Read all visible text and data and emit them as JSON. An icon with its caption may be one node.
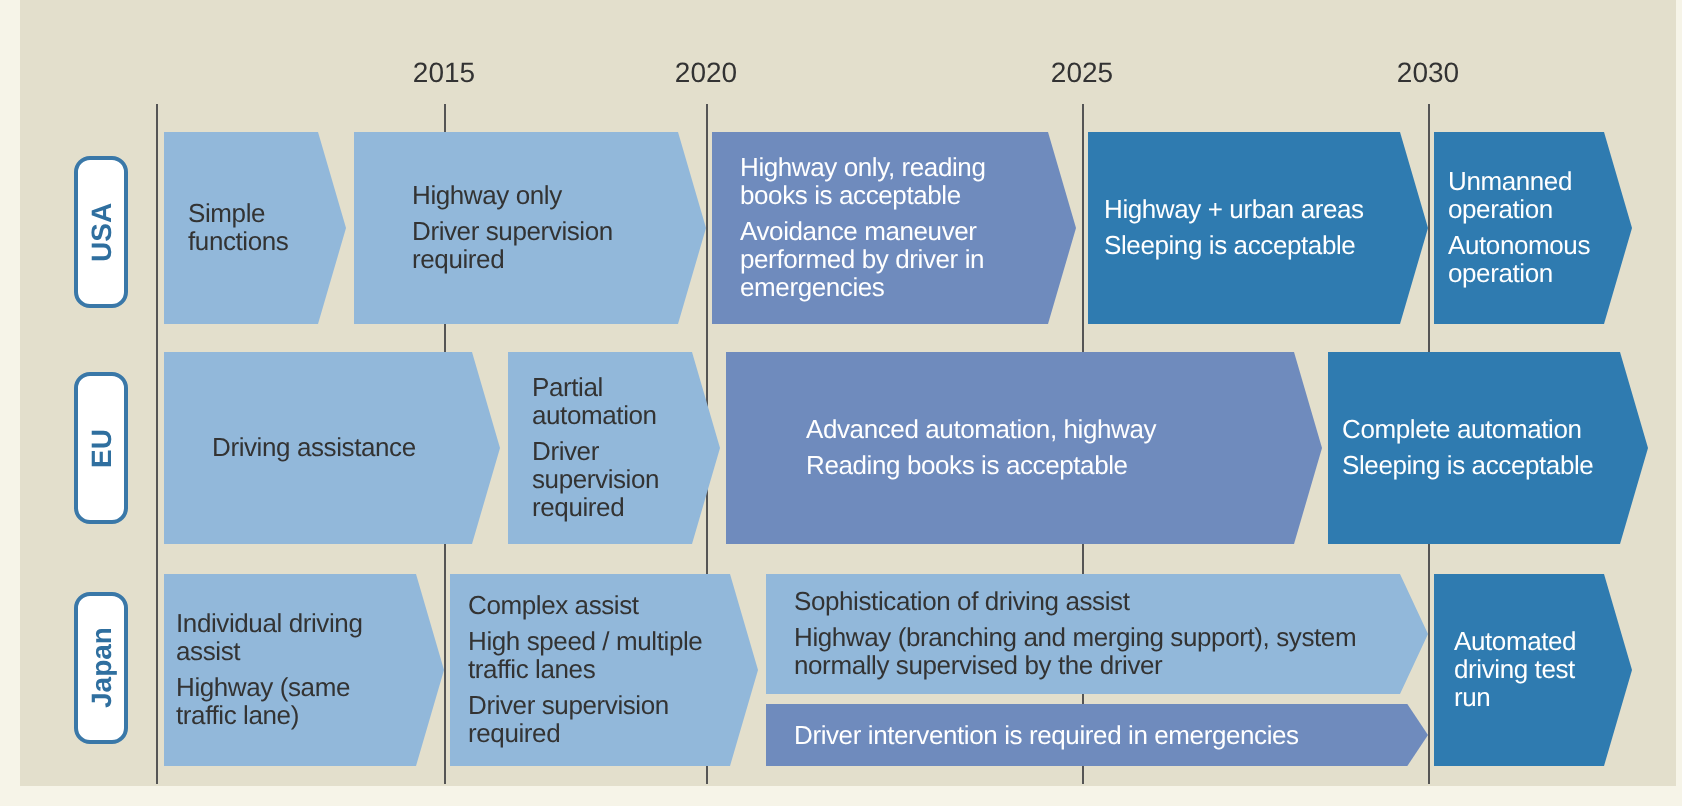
{
  "diagram": {
    "nodes": [
      {
        "text": [
          "USA"
        ]
      },
      {
        "text": [
          "Simple functions"
        ]
      },
      {
        "text": [
          "Highway only",
          "Driver supervision required"
        ]
      },
      {
        "text": [
          "Highway only, reading books is acceptable",
          "Avoidance maneuver performed by driver in emergencies"
        ]
      },
      {
        "text": [
          "Highway + urban areas",
          "Sleeping is acceptable"
        ]
      },
      {
        "text": [
          "Unmanned operation",
          "Autonomous operation"
        ]
      },
      {
        "text": [
          "EU"
        ]
      },
      {
        "text": [
          "Driving assistance"
        ]
      },
      {
        "text": [
          "Partial automation",
          "Driver supervision required"
        ]
      },
      {
        "text": [
          "Advanced automation, highway",
          "Reading books is acceptable"
        ]
      },
      {
        "text": [
          "Complete automation",
          "Sleeping is acceptable"
        ]
      },
      {
        "text": [
          "Japan"
        ]
      },
      {
        "text": [
          "Individual driving assist",
          "Highway (same traffic lane)"
        ]
      },
      {
        "text": [
          "Complex assist",
          "High speed / multiple traffic lanes",
          "Driver supervision required"
        ]
      },
      {
        "text": [
          "Sophistication of driving assist",
          "Highway (branching and merging support), system normally supervised by the driver"
        ]
      },
      {
        "text": [
          "Driver intervention is required in emergencies"
        ]
      },
      {
        "text": [
          "Automated driving test run"
        ]
      }
    ],
    "labels": [
      "2015",
      "2020",
      "2025",
      "2030"
    ]
  }
}
